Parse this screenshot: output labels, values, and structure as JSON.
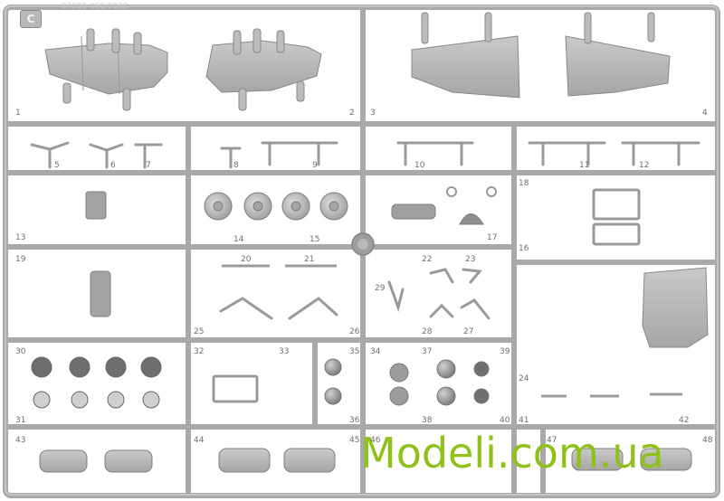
{
  "sprue": {
    "letter": "C",
    "code": "87220-060/2038",
    "watermark": "Modeli.com.ua",
    "part_numbers": [
      "1",
      "2",
      "3",
      "4",
      "5",
      "6",
      "7",
      "8",
      "9",
      "10",
      "11",
      "12",
      "13",
      "14",
      "15",
      "16",
      "17",
      "18",
      "19",
      "20",
      "21",
      "22",
      "23",
      "24",
      "25",
      "26",
      "27",
      "28",
      "29",
      "30",
      "31",
      "32",
      "33",
      "34",
      "35",
      "36",
      "37",
      "38",
      "39",
      "40",
      "41",
      "42",
      "43",
      "44",
      "45",
      "46",
      "47",
      "48"
    ],
    "colors": {
      "plastic": "#b3b3b3",
      "plastic_dark": "#8f8f8f",
      "plastic_light": "#cfcfcf",
      "watermark": "#8ec21a"
    }
  }
}
